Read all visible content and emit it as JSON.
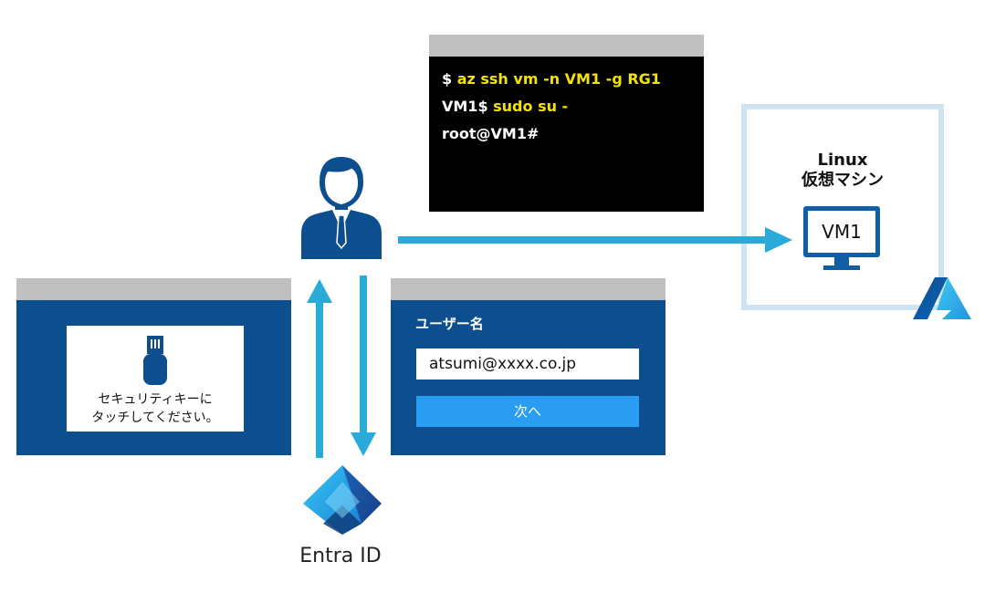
{
  "terminal": {
    "line1_prompt": "$ ",
    "line1_cmd": "az ssh vm -n VM1 -g RG1",
    "line2_prompt": "VM1$ ",
    "line2_cmd": "sudo su -",
    "line3": "root@VM1#"
  },
  "linux_vm": {
    "title_line1": "Linux",
    "title_line2": "仮想マシン",
    "vm_label": "VM1"
  },
  "security_key_panel": {
    "message_line1": "セキュリティキーに",
    "message_line2": "タッチしてください。"
  },
  "login_panel": {
    "username_label": "ユーザー名",
    "username_value": "atsumi@xxxx.co.jp",
    "next_label": "次へ"
  },
  "entra": {
    "label": "Entra ID"
  },
  "colors": {
    "arrow": "#29aad8",
    "panel": "#0d4e8f",
    "button": "#2a9cf2",
    "terminal_highlight": "#f2e20b",
    "vm_frame": "#cfe3f1"
  }
}
